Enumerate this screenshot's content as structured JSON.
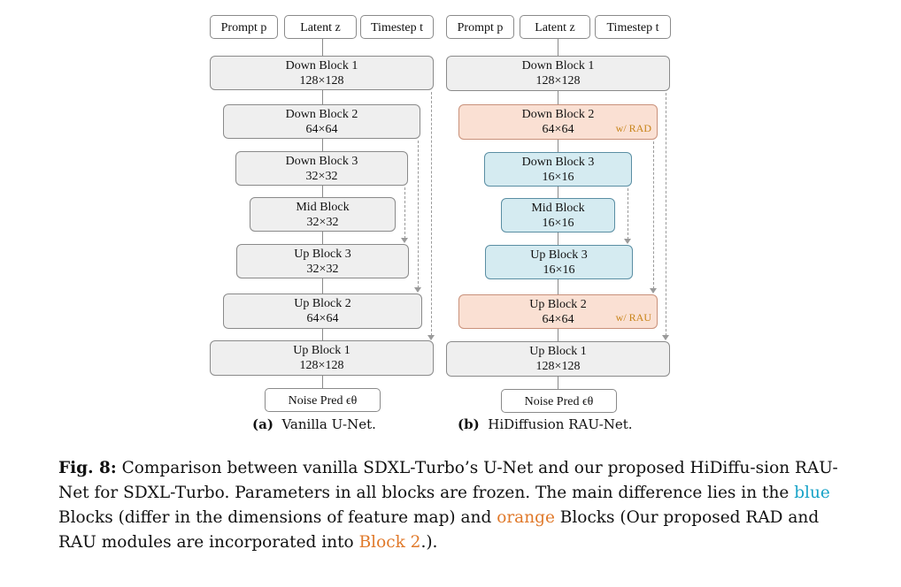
{
  "panel_a": {
    "inputs": [
      "Prompt p",
      "Latent z",
      "Timestep t"
    ],
    "blocks": [
      {
        "title": "Down Block 1",
        "dim": "128×128"
      },
      {
        "title": "Down Block 2",
        "dim": "64×64"
      },
      {
        "title": "Down Block 3",
        "dim": "32×32"
      },
      {
        "title": "Mid Block",
        "dim": "32×32"
      },
      {
        "title": "Up Block 3",
        "dim": "32×32"
      },
      {
        "title": "Up Block 2",
        "dim": "64×64"
      },
      {
        "title": "Up Block 1",
        "dim": "128×128"
      }
    ],
    "output": "Noise Pred ϵθ",
    "caption_label": "(a)",
    "caption_text": "Vanilla U-Net."
  },
  "panel_b": {
    "inputs": [
      "Prompt p",
      "Latent z",
      "Timestep t"
    ],
    "blocks": [
      {
        "title": "Down Block 1",
        "dim": "128×128"
      },
      {
        "title": "Down Block 2",
        "dim": "64×64",
        "tag": "w/ RAD"
      },
      {
        "title": "Down Block 3",
        "dim": "16×16"
      },
      {
        "title": "Mid Block",
        "dim": "16×16"
      },
      {
        "title": "Up Block 3",
        "dim": "16×16"
      },
      {
        "title": "Up Block 2",
        "dim": "64×64",
        "tag": "w/ RAU"
      },
      {
        "title": "Up Block 1",
        "dim": "128×128"
      }
    ],
    "output": "Noise Pred ϵθ",
    "caption_label": "(b)",
    "caption_text": "HiDiffusion RAU-Net."
  },
  "caption": {
    "label": "Fig. 8:",
    "text_1": "Comparison between vanilla SDXL-Turbo’s U-Net and our proposed HiDiffu-sion RAU-Net for SDXL-Turbo. Parameters in all blocks are frozen. The main difference lies in the",
    "blue_word": "blue",
    "text_2": "Blocks (differ in the dimensions of feature map) and",
    "orange_word": "orange",
    "text_3": "Blocks (Our proposed RAD and RAU modules are incorporated into",
    "block_ref": "Block 2",
    "text_4": ".)."
  },
  "colors": {
    "blue_block_fill": "#d5ebf1",
    "orange_block_fill": "#fae0d3",
    "gray_block_fill": "#efefef",
    "caption_blue": "#17a2c7",
    "caption_orange": "#e0792a",
    "tag_text": "#c8841a"
  }
}
